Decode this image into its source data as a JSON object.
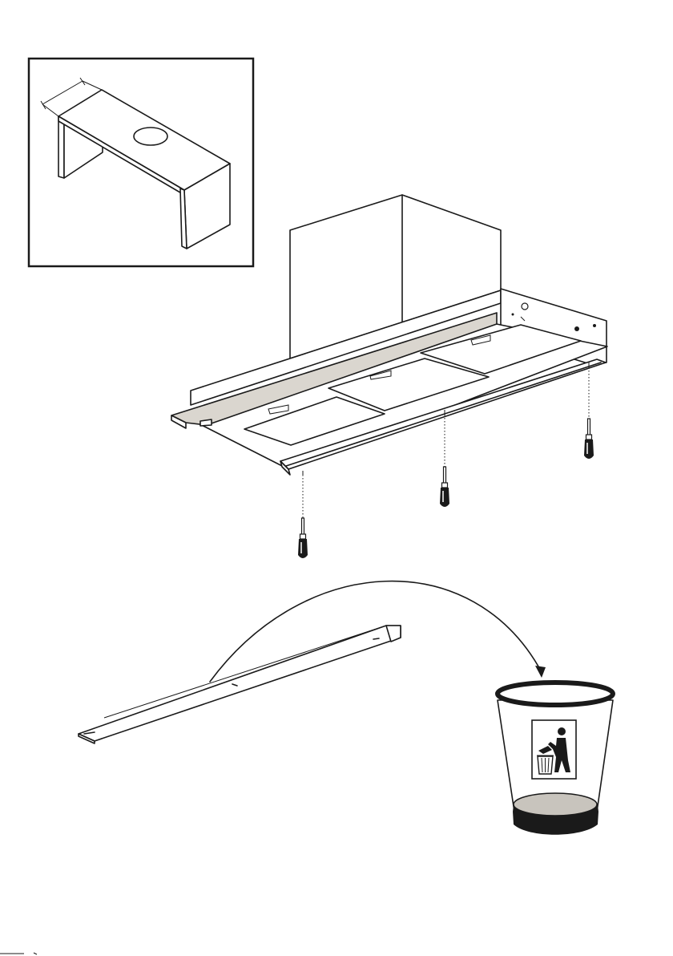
{
  "figure": {
    "panels": [
      "inset-cabinet-detail",
      "hood-strip-removal",
      "strip-disposal"
    ],
    "screw_count": 3,
    "colors": {
      "line": "#1a1a1a",
      "strip_fill": "#dad6cf",
      "bin_bottom_fill": "#c8c4bd",
      "background": "#ffffff"
    },
    "icons": [
      "screwdriver-icon",
      "disposal-bin-icon",
      "recycle-person-icon",
      "curved-arrow-icon"
    ]
  }
}
